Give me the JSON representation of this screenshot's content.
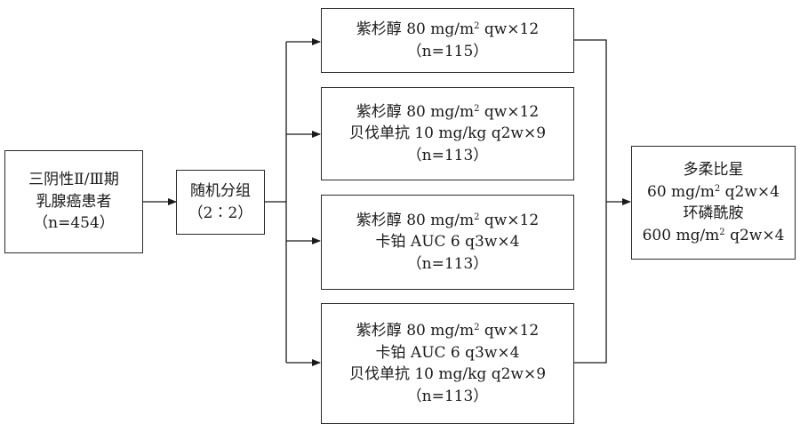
{
  "patients": {
    "lines": [
      "三阴性Ⅱ/Ⅲ期",
      "乳腺癌患者",
      "（n=454）"
    ]
  },
  "randomize": {
    "lines": [
      "随机分组",
      "（2∶2）"
    ]
  },
  "arms": [
    {
      "lines": [
        {
          "pre": "紫杉醇 80 mg/m",
          "sup": "2",
          "post": " qw×12"
        },
        {
          "pre": "（n=115）"
        }
      ]
    },
    {
      "lines": [
        {
          "pre": "紫杉醇 80 mg/m",
          "sup": "2",
          "post": " qw×12"
        },
        {
          "pre": "贝伐单抗 10 mg/kg q2w×9"
        },
        {
          "pre": "（n=113）"
        }
      ]
    },
    {
      "lines": [
        {
          "pre": "紫杉醇 80 mg/m",
          "sup": "2",
          "post": " qw×12"
        },
        {
          "pre": "卡铂 AUC 6 q3w×4"
        },
        {
          "pre": "（n=113）"
        }
      ]
    },
    {
      "lines": [
        {
          "pre": "紫杉醇 80 mg/m",
          "sup": "2",
          "post": " qw×12"
        },
        {
          "pre": "卡铂 AUC 6 q3w×4"
        },
        {
          "pre": "贝伐单抗 10 mg/kg q2w×9"
        },
        {
          "pre": "（n=113）"
        }
      ]
    }
  ],
  "followup": {
    "lines": [
      {
        "pre": "多柔比星"
      },
      {
        "pre": "60 mg/m",
        "sup": "2",
        "post": " q2w×4"
      },
      {
        "pre": "环磷酰胺"
      },
      {
        "pre": "600 mg/m",
        "sup": "2",
        "post": " q2w×4"
      }
    ]
  }
}
